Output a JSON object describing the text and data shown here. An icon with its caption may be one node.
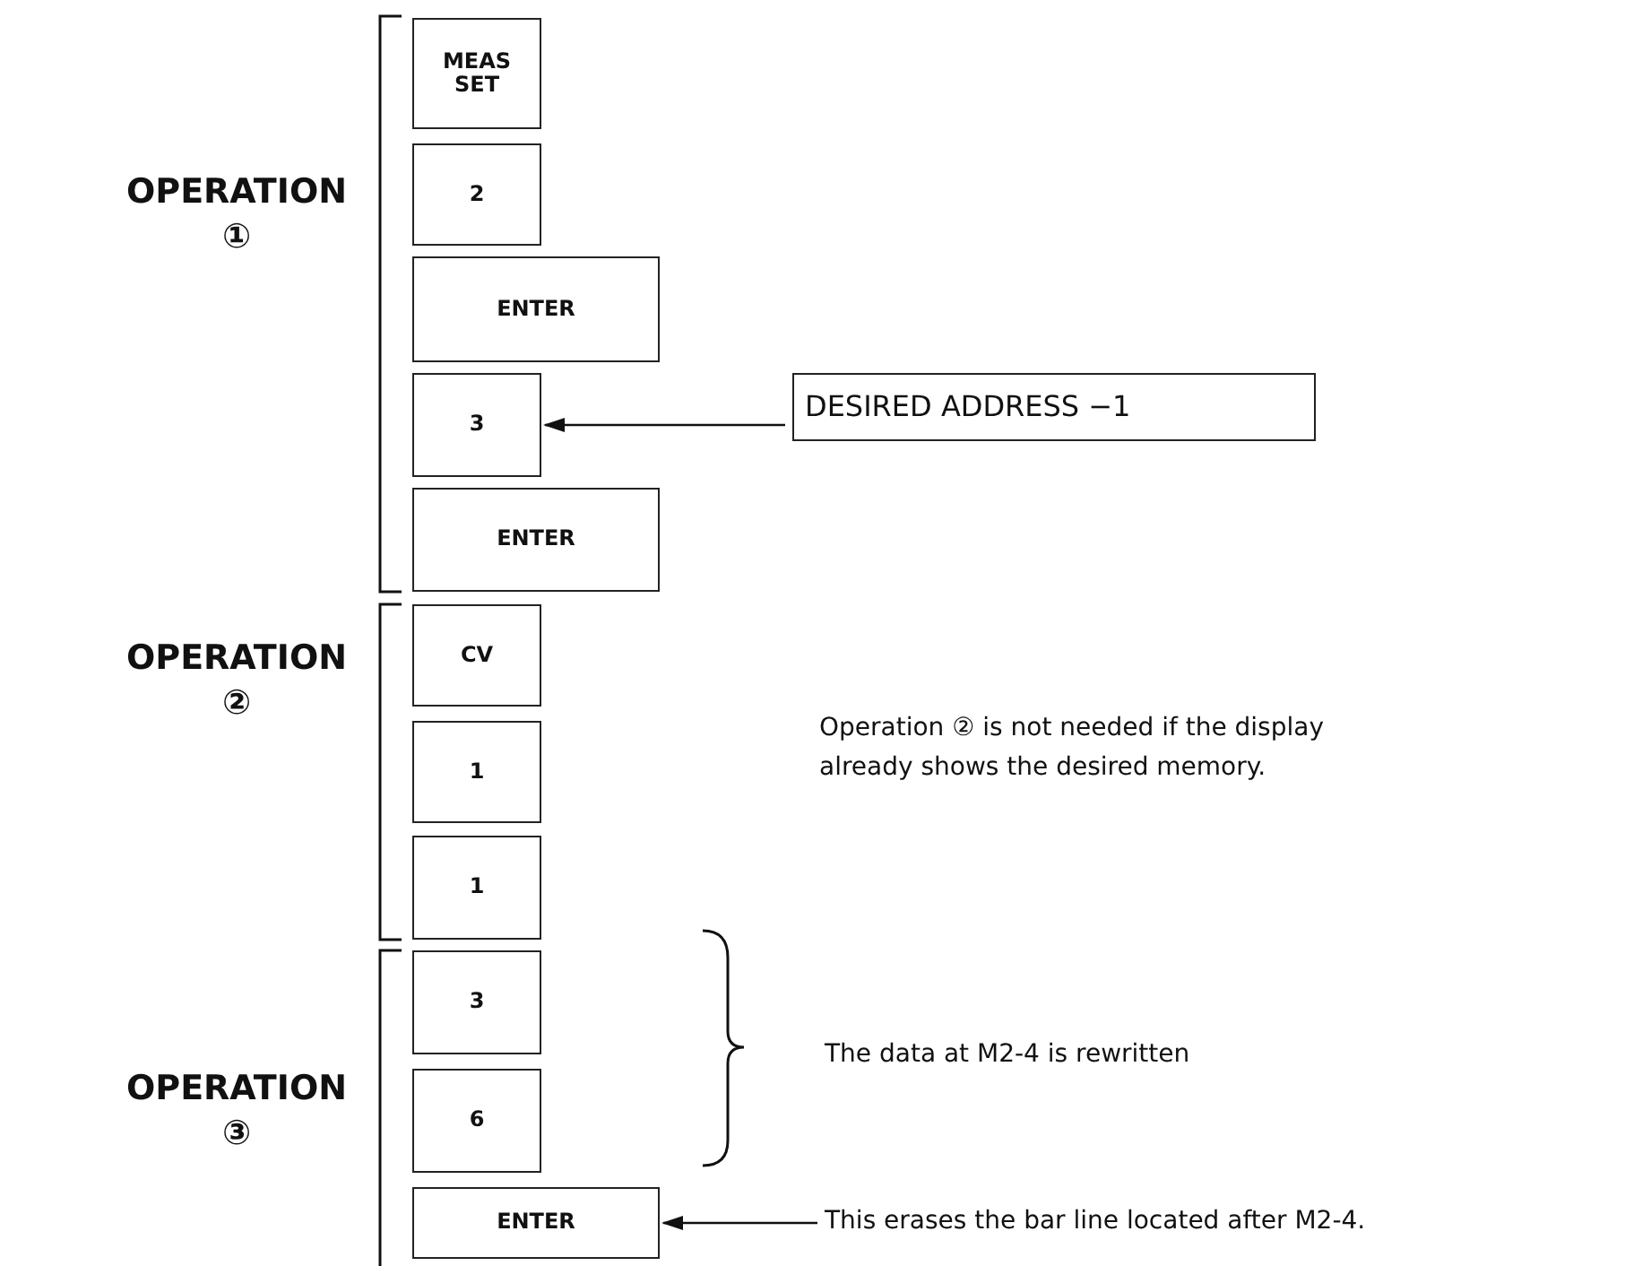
{
  "diagram": {
    "nodes": [
      {
        "text": [
          "MEAS SET"
        ]
      },
      {
        "text": [
          "2"
        ]
      },
      {
        "text": [
          "ENTER"
        ]
      },
      {
        "text": [
          "3"
        ]
      },
      {
        "text": [
          "ENTER"
        ]
      },
      {
        "text": [
          "CV"
        ]
      },
      {
        "text": [
          "1"
        ]
      },
      {
        "text": [
          "1"
        ]
      },
      {
        "text": [
          "3"
        ]
      },
      {
        "text": [
          "6"
        ]
      },
      {
        "text": [
          "ENTER"
        ]
      },
      {
        "text": [
          "DESIRED ADDRESS −1"
        ]
      },
      {
        "text": [
          "This erases the bar line located after M2-4."
        ]
      }
    ],
    "edges": [
      {
        "from": 11,
        "to": 3,
        "arrow": "to"
      },
      {
        "from": 12,
        "to": 10,
        "arrow": "to"
      }
    ],
    "labels": [
      "OPERATION ①",
      "OPERATION ②",
      "Operation ② is not needed if the display already shows the desired memory.",
      "OPERATION ③",
      "The data at M2-4 is rewritten"
    ]
  }
}
